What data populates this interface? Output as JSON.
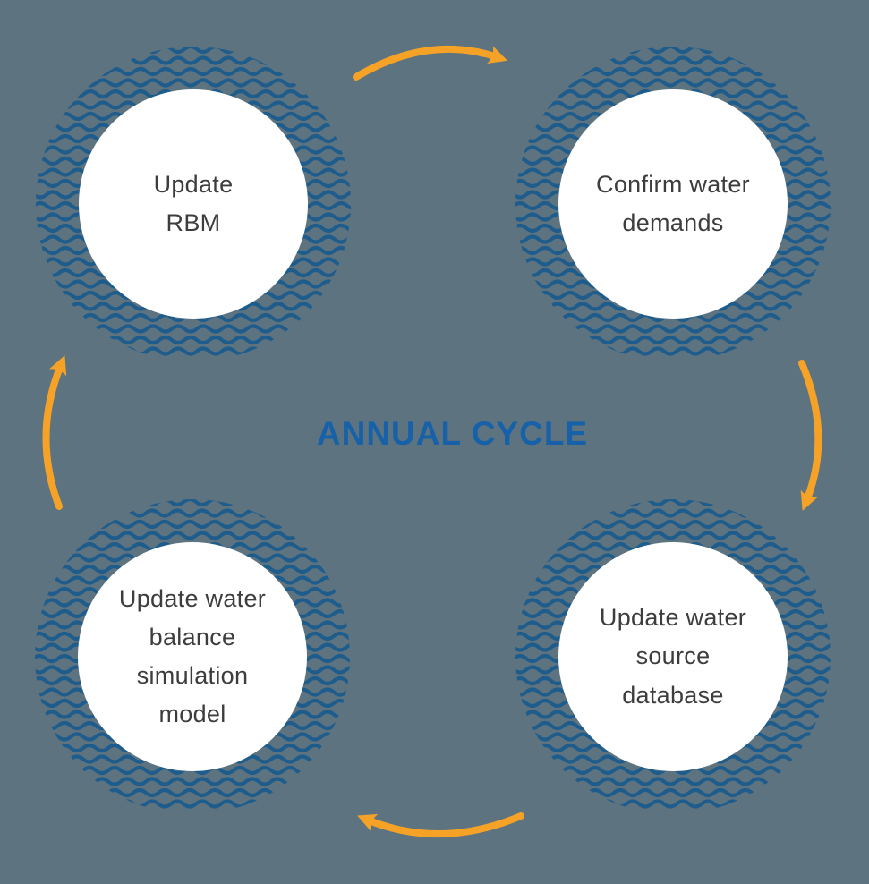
{
  "title": "ANNUAL CYCLE",
  "colors": {
    "background": "#5d7380",
    "wave": "#1e5c8c",
    "title": "#1661a8",
    "arrow": "#f6a227",
    "node_text": "#3d3d3d"
  },
  "nodes": [
    {
      "id": "update-rbm",
      "position": "top-left",
      "label": "Update\nRBM"
    },
    {
      "id": "confirm-water-demands",
      "position": "top-right",
      "label": "Confirm water\ndemands"
    },
    {
      "id": "update-water-source-database",
      "position": "bottom-right",
      "label": "Update water\nsource\ndatabase"
    },
    {
      "id": "update-water-balance-simulation-model",
      "position": "bottom-left",
      "label": "Update water\nbalance\nsimulation\nmodel"
    }
  ],
  "arrows": [
    {
      "id": "arrow-top",
      "from": "update-rbm",
      "to": "confirm-water-demands"
    },
    {
      "id": "arrow-right",
      "from": "confirm-water-demands",
      "to": "update-water-source-database"
    },
    {
      "id": "arrow-bottom",
      "from": "update-water-source-database",
      "to": "update-water-balance-simulation-model"
    },
    {
      "id": "arrow-left",
      "from": "update-water-balance-simulation-model",
      "to": "update-rbm"
    }
  ]
}
